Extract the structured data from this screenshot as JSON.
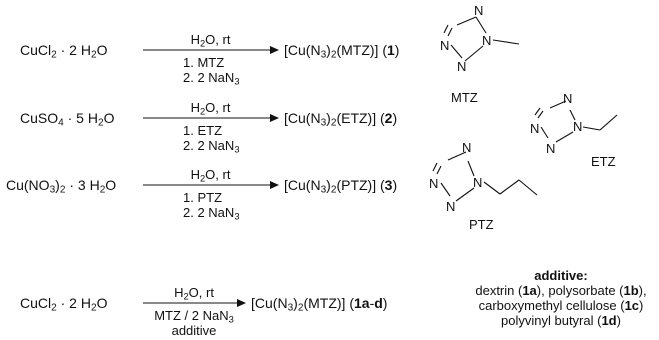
{
  "reactions": [
    {
      "reagent": "CuCl<sub>2</sub> · 2 H<sub>2</sub>O",
      "above": "H<sub>2</sub>O, rt",
      "below1": "1. MTZ",
      "below2": "2. 2 NaN<sub>3</sub>",
      "product": "[Cu(N<sub>3</sub>)<sub>2</sub>(MTZ)] (<b>1</b>)"
    },
    {
      "reagent": "CuSO<sub>4</sub> · 5 H<sub>2</sub>O",
      "above": "H<sub>2</sub>O, rt",
      "below1": "1. ETZ",
      "below2": "2. 2 NaN<sub>3</sub>",
      "product": "[Cu(N<sub>3</sub>)<sub>2</sub>(ETZ)] (<b>2</b>)"
    },
    {
      "reagent": "Cu(NO<sub>3</sub>)<sub>2</sub> · 3 H<sub>2</sub>O",
      "above": "H<sub>2</sub>O, rt",
      "below1": "1. PTZ",
      "below2": "2. 2 NaN<sub>3</sub>",
      "product": "[Cu(N<sub>3</sub>)<sub>2</sub>(PTZ)] (<b>3</b>)"
    },
    {
      "reagent": "CuCl<sub>2</sub> · 2 H<sub>2</sub>O",
      "above": "H<sub>2</sub>O, rt",
      "below1": "MTZ / 2 NaN<sub>3</sub>",
      "below2": "additive",
      "product": "[Cu(N<sub>3</sub>)<sub>2</sub>(MTZ)] (<b>1a</b>-<b>d</b>)"
    }
  ],
  "structures": {
    "mtz_label": "MTZ",
    "etz_label": "ETZ",
    "ptz_label": "PTZ",
    "atom_n": "N"
  },
  "additive": {
    "heading": "additive:",
    "lines": [
      "dextrin (<b>1a</b>), polysorbate (<b>1b</b>),",
      "carboxymethyl cellulose (<b>1c</b>)",
      "polyvinyl butyral (<b>1d</b>)"
    ]
  }
}
